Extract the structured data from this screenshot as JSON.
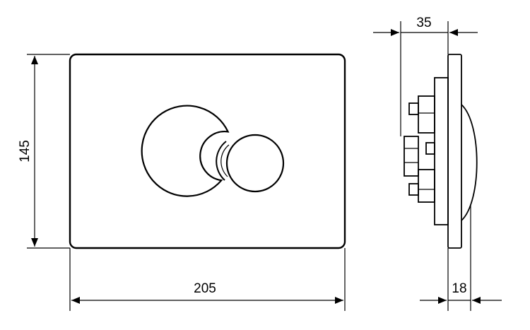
{
  "dimensions": {
    "height": "145",
    "width": "205",
    "side_depth": "35",
    "plate_thickness": "18"
  },
  "colors": {
    "line": "#000000",
    "background": "#ffffff"
  }
}
